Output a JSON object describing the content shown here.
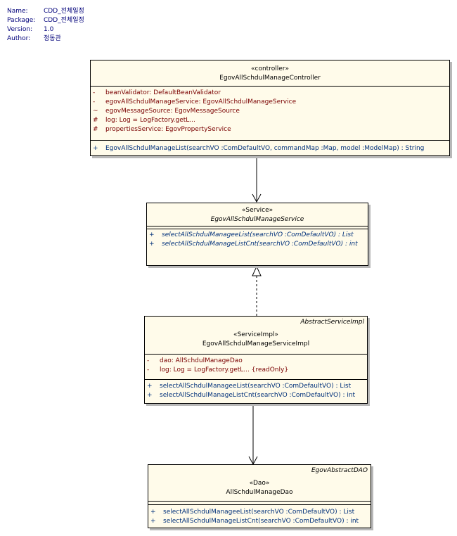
{
  "meta": {
    "name_key": "Name:",
    "name_val": "CDD_전체일정",
    "package_key": "Package:",
    "package_val": "CDD_전체일정",
    "version_key": "Version:",
    "version_val": "1.0",
    "author_key": "Author:",
    "author_val": "정동관"
  },
  "controller": {
    "stereotype": "«controller»",
    "name": "EgovAllSchdulManageController",
    "attributes": [
      {
        "vis": "-",
        "text": "beanValidator:  DefaultBeanValidator"
      },
      {
        "vis": "-",
        "text": "egovAllSchdulManageService:  EgovAllSchdulManageService"
      },
      {
        "vis": "~",
        "text": "egovMessageSource:  EgovMessageSource"
      },
      {
        "vis": "#",
        "text": "log:  Log = LogFactory.getL..."
      },
      {
        "vis": "#",
        "text": "propertiesService:  EgovPropertyService"
      }
    ],
    "operations": [
      {
        "vis": "+",
        "text": "EgovAllSchdulManageList(searchVO :ComDefaultVO, commandMap :Map, model :ModelMap) : String"
      }
    ]
  },
  "service": {
    "stereotype": "«Service»",
    "name": "EgovAllSchdulManageService",
    "operations": [
      {
        "vis": "+",
        "text": "selectAllSchdulManageeList(searchVO :ComDefaultVO) : List"
      },
      {
        "vis": "+",
        "text": "selectAllSchdulManageListCnt(searchVO :ComDefaultVO) : int"
      }
    ]
  },
  "impl": {
    "parent": "AbstractServiceImpl",
    "stereotype": "«ServiceImpl»",
    "name": "EgovAllSchdulManageServiceImpl",
    "attributes": [
      {
        "vis": "-",
        "text": "dao:  AllSchdulManageDao"
      },
      {
        "vis": "-",
        "text": "log:  Log = LogFactory.getL... {readOnly}"
      }
    ],
    "operations": [
      {
        "vis": "+",
        "text": "selectAllSchdulManageeList(searchVO :ComDefaultVO) : List"
      },
      {
        "vis": "+",
        "text": "selectAllSchdulManageListCnt(searchVO :ComDefaultVO) : int"
      }
    ]
  },
  "dao": {
    "parent": "EgovAbstractDAO",
    "stereotype": "«Dao»",
    "name": "AllSchdulManageDao",
    "operations": [
      {
        "vis": "+",
        "text": "selectAllSchdulManageeList(searchVO :ComDefaultVO) : List"
      },
      {
        "vis": "+",
        "text": "selectAllSchdulManageListCnt(searchVO :ComDefaultVO) : int"
      }
    ]
  }
}
